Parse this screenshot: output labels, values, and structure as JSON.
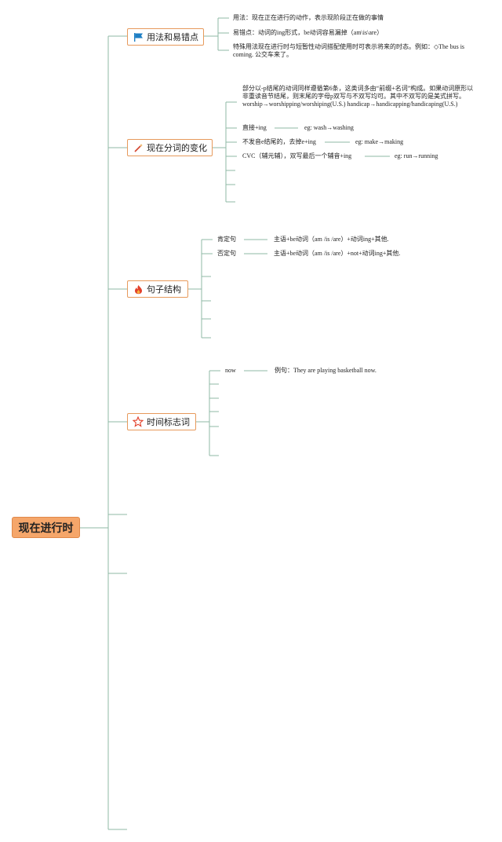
{
  "root": {
    "label": "现在进行时"
  },
  "branches": [
    {
      "label": "用法和易错点",
      "icon": "flag-icon",
      "items": [
        "用法：现在正在进行的动作，表示现阶段正在做的事情",
        "易错点：动词的ing形式，be动词容易漏掉（am\\is\\are）",
        "特殊用法现在进行时与短暂性动词搭配使用时可表示将来的时态。例如：◇The bus is coming. 公交车来了。"
      ]
    },
    {
      "label": "现在分词的变化",
      "icon": "magic-wand-icon",
      "items": [
        {
          "text": "部分以-p结尾的动词同样遵循第6条，这类词多由“前缀+名词”构成。如果动词原形以非重读音节结尾，则末尾的字母p双写与不双写均可。其中不双写的是美式拼写。worship→worshipping/worshiping(U.S.) handicap→handicapping/handicaping(U.S.)"
        },
        {
          "text": "直接+ing",
          "example": "eg: wash→washing"
        },
        {
          "text": "不发音e结尾的，去掉e+ing",
          "example": "eg: make→making"
        },
        {
          "text": "CVC（辅元辅），双写最后一个辅音+ing",
          "example": "eg: run→running"
        }
      ]
    },
    {
      "label": "句子结构",
      "icon": "fire-icon",
      "items": [
        {
          "text": "肯定句",
          "detail": "主语+be动词（am /is /are）+动词ing+其他."
        },
        {
          "text": "否定句",
          "detail": "主语+be动词（am /is /are）+not+动词ing+其他."
        }
      ]
    },
    {
      "label": "时间标志词",
      "icon": "star-icon",
      "items": [
        {
          "text": "now",
          "detail": "例句：They are playing basketball now."
        }
      ]
    }
  ]
}
